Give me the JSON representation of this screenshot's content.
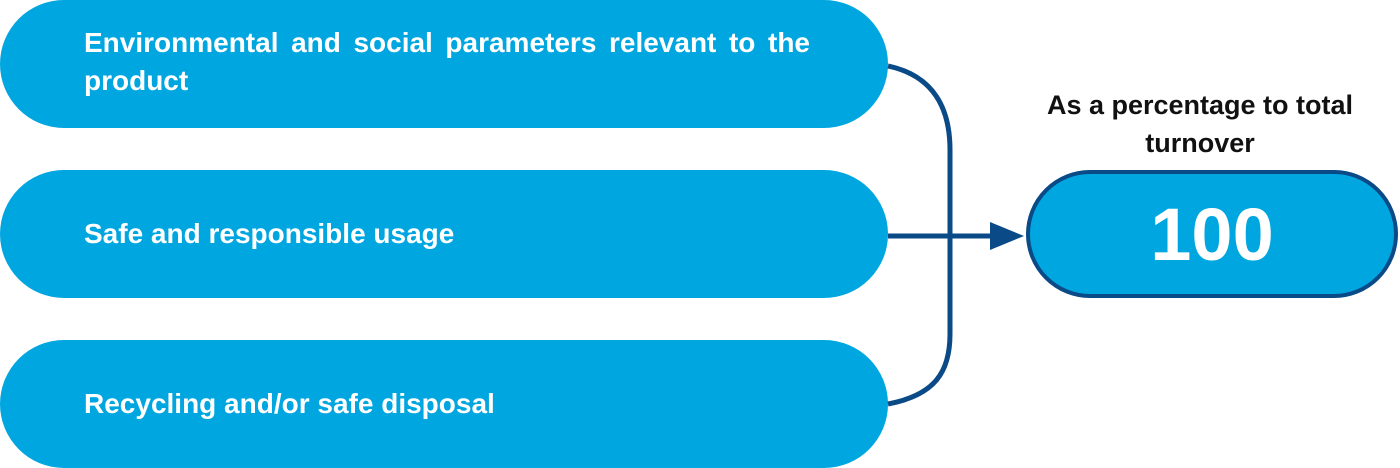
{
  "colors": {
    "pill_fill": "#00a6e0",
    "connector": "#0a4a87",
    "label_text": "#111111",
    "pill_text": "#ffffff"
  },
  "inputs": [
    {
      "label": "Environmental and social parameters relevant to the product"
    },
    {
      "label": "Safe and responsible usage"
    },
    {
      "label": "Recycling and/or safe disposal"
    }
  ],
  "result": {
    "label": "As a percentage to total turnover",
    "value": "100"
  }
}
